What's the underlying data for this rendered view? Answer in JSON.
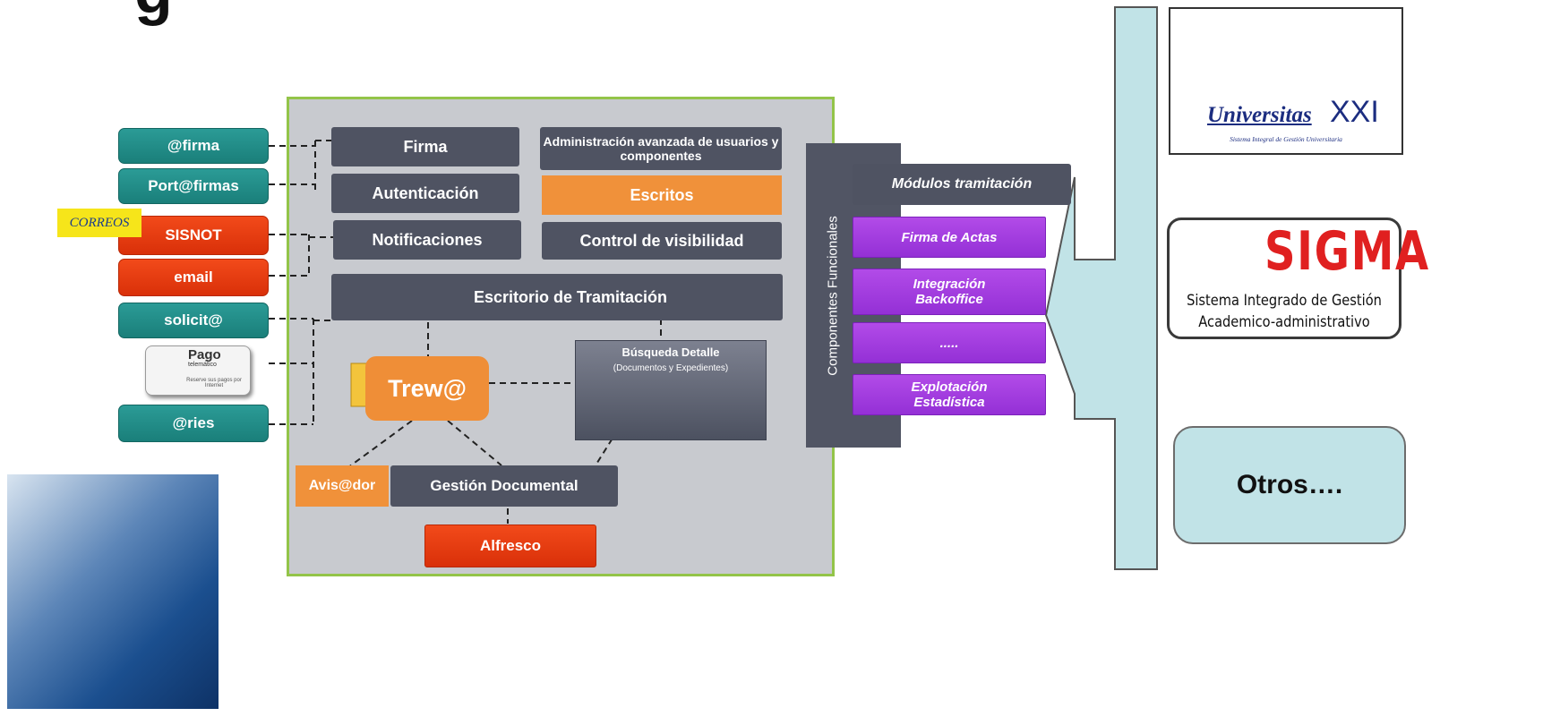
{
  "title_fragment": "g",
  "external_services": {
    "firma": "@firma",
    "portafirmas": "Port@firmas",
    "sisnot": "SISNOT",
    "email": "email",
    "solicita": "solicit@",
    "ries": "@ries",
    "correos_badge": "CORREOS",
    "pago_title": "Pago",
    "pago_sub": "telemático",
    "pago_foot": "Reserve sus pagos por Internet"
  },
  "core_modules": {
    "firma": "Firma",
    "admin": "Administración avanzada de usuarios y componentes",
    "autenticacion": "Autenticación",
    "escritos": "Escritos",
    "notificaciones": "Notificaciones",
    "control": "Control de visibilidad",
    "escritorio": "Escritorio de Tramitación",
    "trewa": "Trew@",
    "busqueda_title": "Búsqueda Detalle",
    "busqueda_sub": "(Documentos y Expedientes)",
    "avisador": "Avis@dor",
    "gestion": "Gestión Documental",
    "alfresco": "Alfresco"
  },
  "components": {
    "label": "Componentes Funcionales",
    "header": "Módulos tramitación",
    "items": [
      "Firma de Actas",
      "Integración Backoffice",
      ".....",
      "Explotación Estadística"
    ]
  },
  "right": {
    "uxxi_name": "Universitas",
    "uxxi_roman": "XXI",
    "uxxi_sub": "Sistema Integral de Gestión Universitaria",
    "sigma_word": "SIGMA",
    "sigma_sub1": "Sistema Integrado de Gestión",
    "sigma_sub2": "Academico-administrativo",
    "otros": "Otros…."
  },
  "colors": {
    "teal": "#1f8a85",
    "red": "#e63a0f",
    "dark": "#4f5362",
    "orange": "#f0913a",
    "purple": "#a23fe0",
    "panel": "#c8cacf",
    "panel_border": "#93c449",
    "arrow_fill": "#c1e3e7"
  }
}
